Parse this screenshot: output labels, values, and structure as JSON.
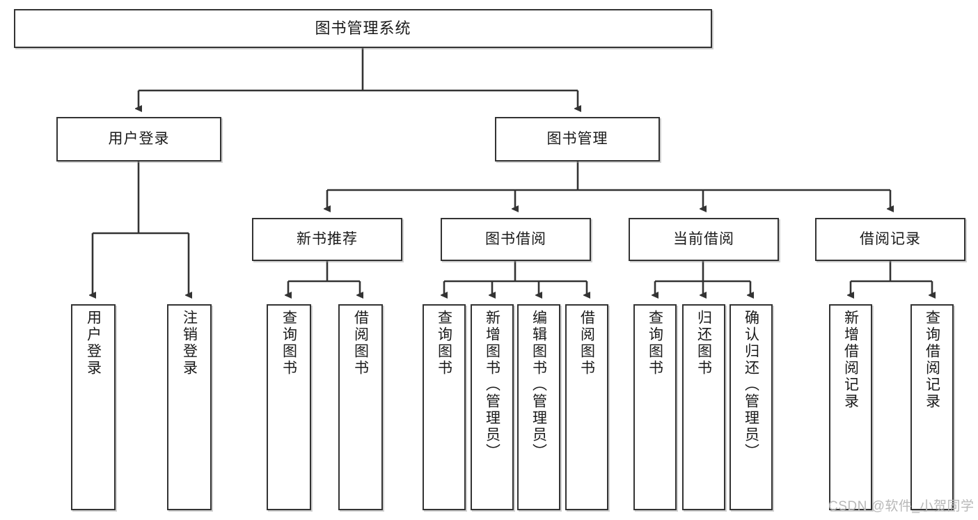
{
  "diagram": {
    "type": "tree",
    "title": "图书管理系统",
    "watermark": "CSDN @软件_小贺同学",
    "colors": {
      "border": "#333333",
      "background": "#ffffff",
      "text": "#1a1a1a",
      "watermark": "#b8b8b8"
    },
    "nodes": {
      "root": {
        "label": "图书管理系统"
      },
      "level2": [
        {
          "label": "用户登录"
        },
        {
          "label": "图书管理"
        }
      ],
      "level3": [
        {
          "label": "新书推荐"
        },
        {
          "label": "图书借阅"
        },
        {
          "label": "当前借阅"
        },
        {
          "label": "借阅记录"
        }
      ],
      "leaves_user_login": [
        {
          "label": "用户登录"
        },
        {
          "label": "注销登录"
        }
      ],
      "leaves_new_book": [
        {
          "label": "查询图书"
        },
        {
          "label": "借阅图书"
        }
      ],
      "leaves_borrow": [
        {
          "label": "查询图书"
        },
        {
          "label": "新增图书（管理员）"
        },
        {
          "label": "编辑图书（管理员）"
        },
        {
          "label": "借阅图书"
        }
      ],
      "leaves_current": [
        {
          "label": "查询图书"
        },
        {
          "label": "归还图书"
        },
        {
          "label": "确认归还（管理员）"
        }
      ],
      "leaves_record": [
        {
          "label": "新增借阅记录"
        },
        {
          "label": "查询借阅记录"
        }
      ]
    }
  }
}
